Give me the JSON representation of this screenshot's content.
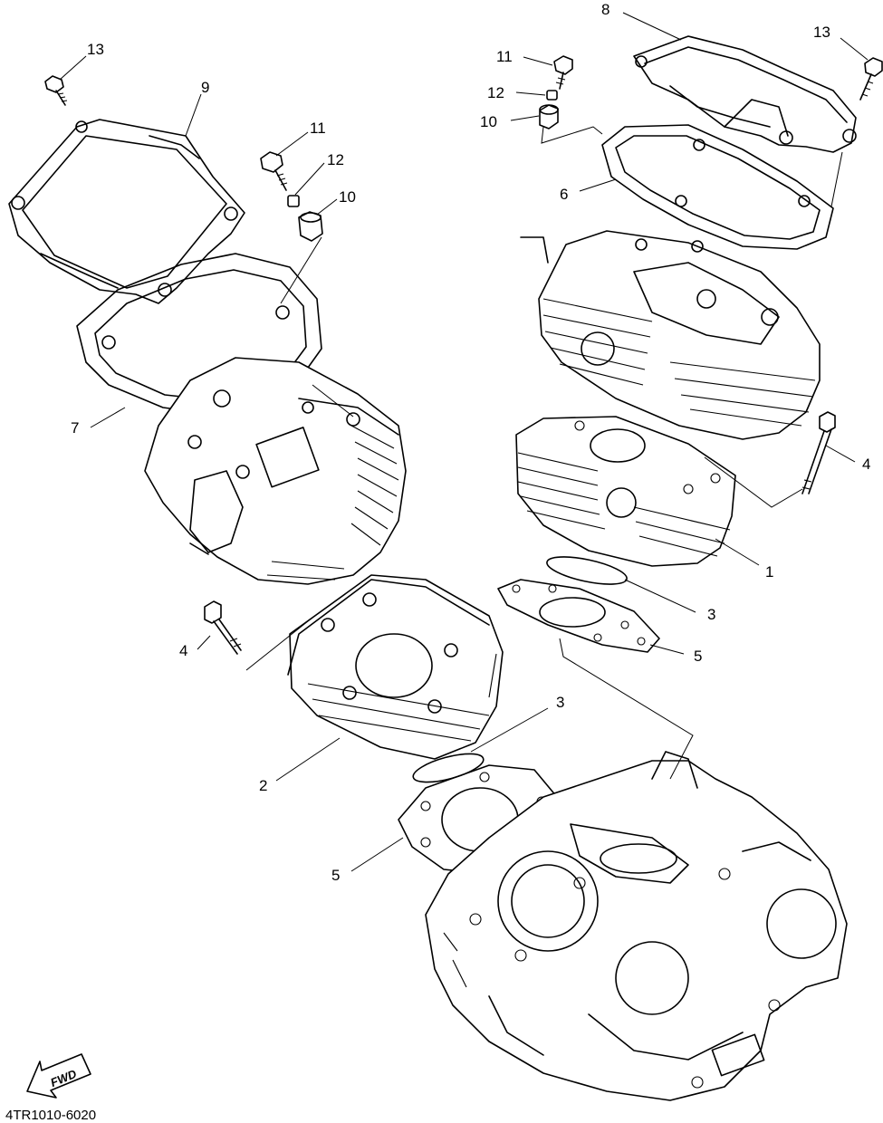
{
  "diagram": {
    "code": "4TR1010-6020",
    "fwd_label": "FWD",
    "callouts": [
      {
        "id": "c8",
        "label": "8"
      },
      {
        "id": "c13r",
        "label": "13"
      },
      {
        "id": "c11r",
        "label": "11"
      },
      {
        "id": "c12r",
        "label": "12"
      },
      {
        "id": "c10r",
        "label": "10"
      },
      {
        "id": "c6",
        "label": "6"
      },
      {
        "id": "c4r",
        "label": "4"
      },
      {
        "id": "c1",
        "label": "1"
      },
      {
        "id": "c3r",
        "label": "3"
      },
      {
        "id": "c5r",
        "label": "5"
      },
      {
        "id": "c13l",
        "label": "13"
      },
      {
        "id": "c9",
        "label": "9"
      },
      {
        "id": "c11l",
        "label": "11"
      },
      {
        "id": "c12l",
        "label": "12"
      },
      {
        "id": "c10l",
        "label": "10"
      },
      {
        "id": "c7",
        "label": "7"
      },
      {
        "id": "c4l",
        "label": "4"
      },
      {
        "id": "c2",
        "label": "2"
      },
      {
        "id": "c3l",
        "label": "3"
      },
      {
        "id": "c5l",
        "label": "5"
      }
    ]
  }
}
